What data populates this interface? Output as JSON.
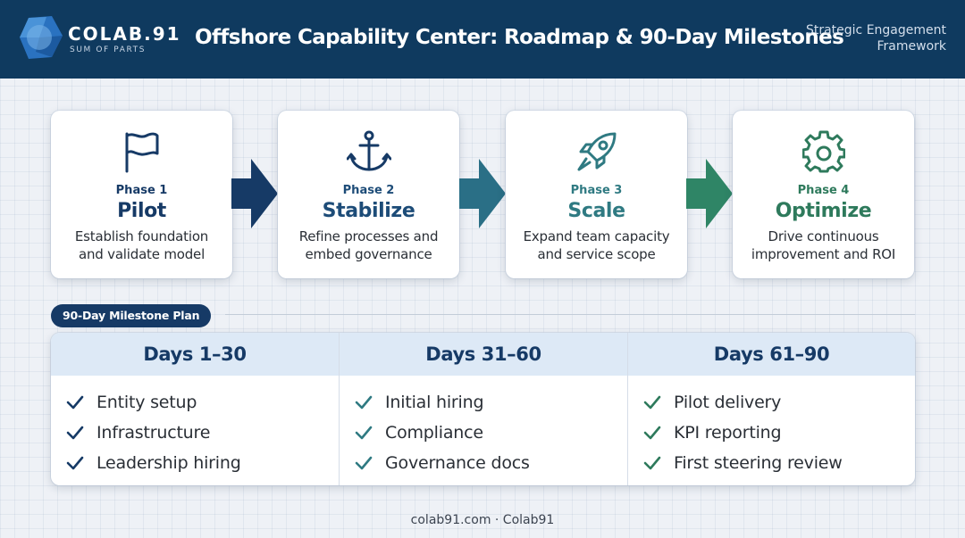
{
  "header": {
    "brand_name": "COLAB.91",
    "brand_tagline": "SUM OF PARTS",
    "title": "Offshore Capability Center: Roadmap & 90-Day Milestones",
    "subtitle_line1": "Strategic Engagement",
    "subtitle_line2": "Framework",
    "background_color": "#0f3a5f"
  },
  "phases": [
    {
      "number": "Phase 1",
      "name": "Pilot",
      "desc_line1": "Establish foundation",
      "desc_line2": "and validate model",
      "icon": "flag-icon",
      "color": "#163a66"
    },
    {
      "number": "Phase 2",
      "name": "Stabilize",
      "desc_line1": "Refine processes and",
      "desc_line2": "embed governance",
      "icon": "anchor-icon",
      "color": "#1d4c78"
    },
    {
      "number": "Phase 3",
      "name": "Scale",
      "desc_line1": "Expand team capacity",
      "desc_line2": "and service scope",
      "icon": "rocket-icon",
      "color": "#2f7a82"
    },
    {
      "number": "Phase 4",
      "name": "Optimize",
      "desc_line1": "Drive continuous",
      "desc_line2": "improvement and ROI",
      "icon": "gear-icon",
      "color": "#2e7a5c"
    }
  ],
  "arrow_colors": [
    "#163a66",
    "#2a6f86",
    "#2f8566"
  ],
  "milestones": {
    "label": "90-Day Milestone Plan",
    "columns": [
      {
        "heading": "Days 1–30",
        "items": [
          "Entity setup",
          "Infrastructure",
          "Leadership hiring"
        ],
        "check_color": "#163a66"
      },
      {
        "heading": "Days 31–60",
        "items": [
          "Initial hiring",
          "Compliance",
          "Governance docs"
        ],
        "check_color": "#2f7a82"
      },
      {
        "heading": "Days 61–90",
        "items": [
          "Pilot delivery",
          "KPI reporting",
          "First steering review"
        ],
        "check_color": "#2e7a5c"
      }
    ]
  },
  "footer": "colab91.com · Colab91"
}
